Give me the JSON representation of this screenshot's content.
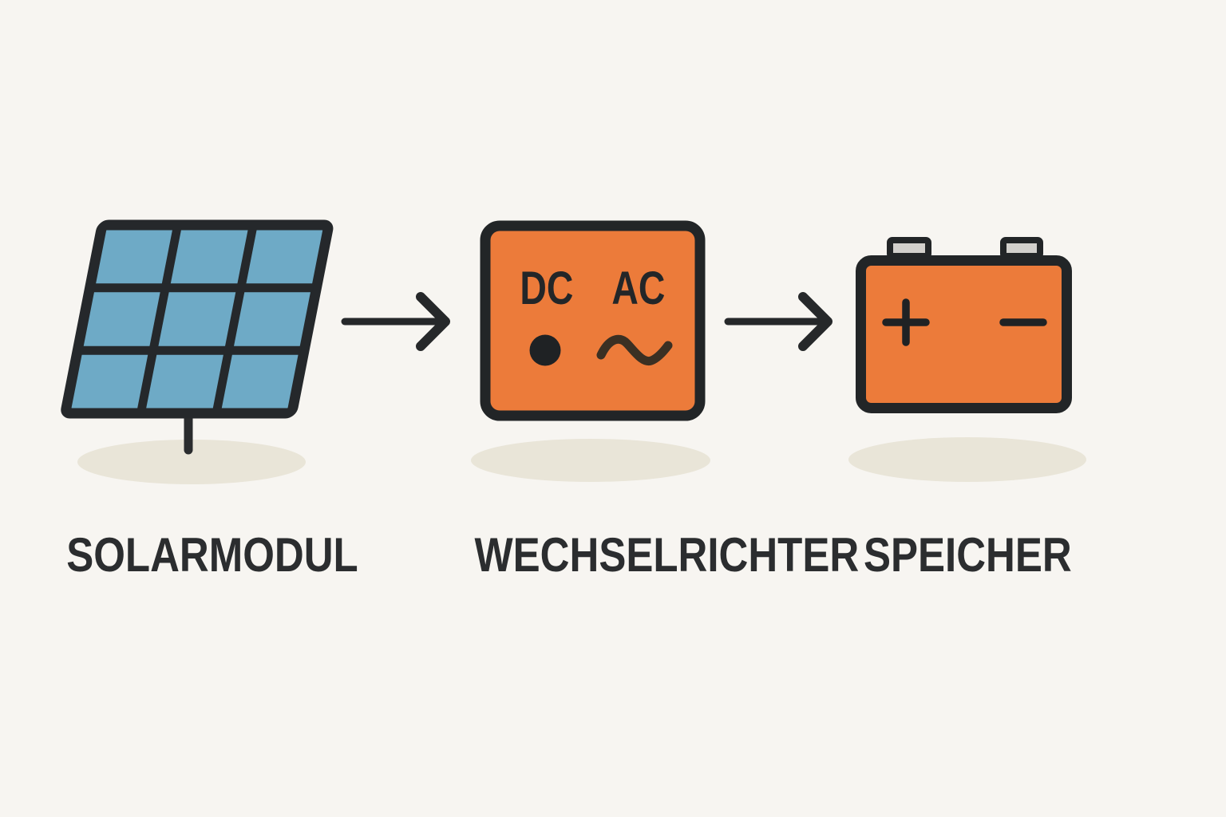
{
  "diagram": {
    "name": "solar-energy-flow",
    "background": "#f7f5f1"
  },
  "colors": {
    "background": "#f7f5f1",
    "panel_blue": "#6eaac6",
    "outline_dark": "#24272a",
    "accent_orange": "#ec7b3a",
    "shadow_beige": "#e9e5d8",
    "terminal_gray": "#d2d0cc",
    "sine_wave_brown": "#3b3023",
    "label_text": "#2b2d2f"
  },
  "nodes": [
    {
      "id": "solar-module",
      "label": "SOLARMODUL",
      "icon": "solar-panel-icon"
    },
    {
      "id": "inverter",
      "label": "WECHSELRICHTER",
      "icon": "inverter-icon",
      "dc_label": "DC",
      "ac_label": "AC",
      "dc_symbol_icon": "dc-dot-icon",
      "ac_symbol_icon": "ac-sine-wave-icon"
    },
    {
      "id": "storage",
      "label": "SPEICHER",
      "icon": "battery-icon",
      "positive_symbol": "+",
      "negative_symbol": "−"
    }
  ],
  "connections": [
    {
      "from": "solar-module",
      "to": "inverter",
      "icon": "arrow-right-icon"
    },
    {
      "from": "inverter",
      "to": "storage",
      "icon": "arrow-right-icon"
    }
  ]
}
